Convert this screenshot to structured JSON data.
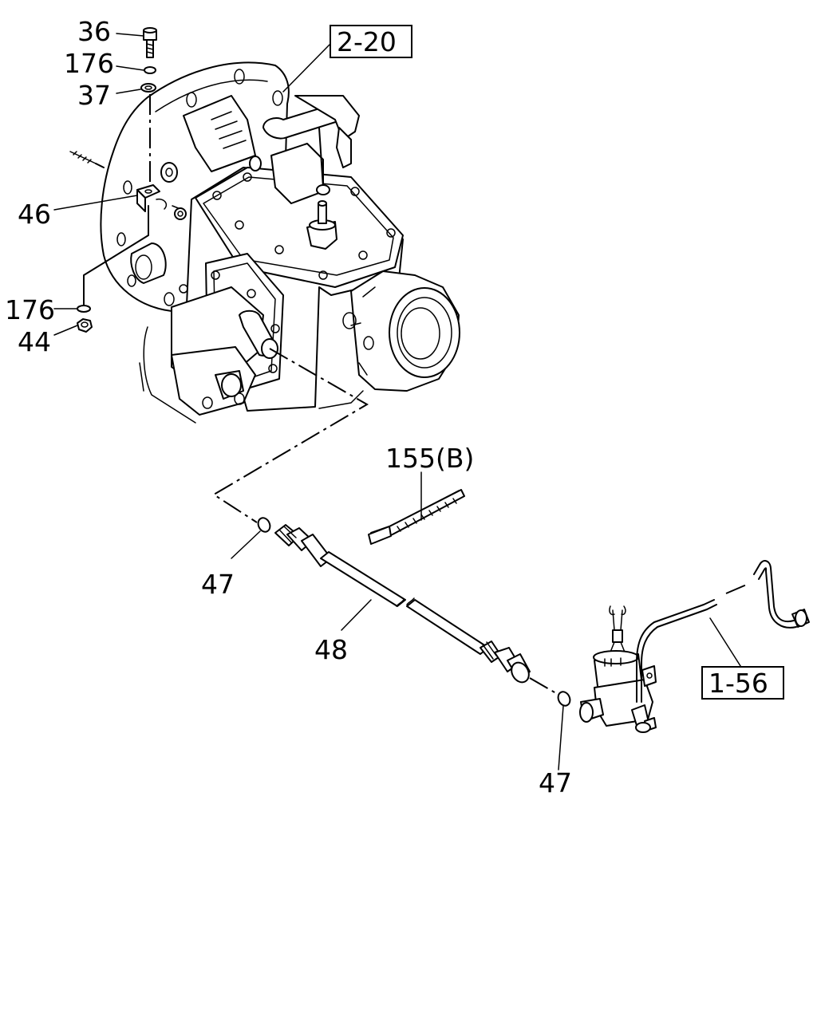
{
  "callouts": {
    "c36": "36",
    "c176_top": "176",
    "c37": "37",
    "c46": "46",
    "c176_bottom": "176",
    "c44": "44",
    "c155b": "155(B)",
    "c47_left": "47",
    "c48": "48",
    "c47_right": "47"
  },
  "references": {
    "ref_2_20": "2-20",
    "ref_1_56": "1-56"
  }
}
